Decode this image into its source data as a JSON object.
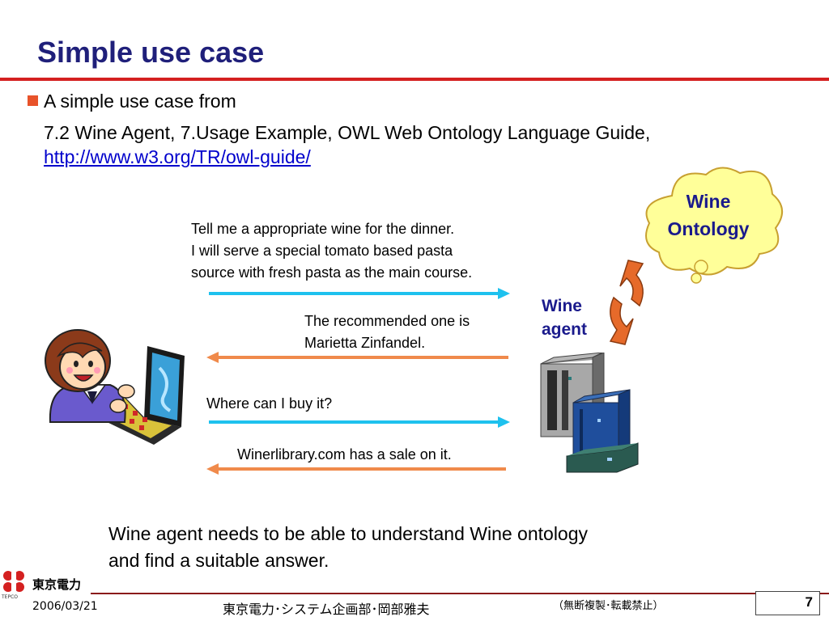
{
  "slide": {
    "title": "Simple use case",
    "bullet": "A simple use case from",
    "reference": "7.2 Wine Agent, 7.Usage Example, OWL Web Ontology Language Guide,",
    "link": "http://www.w3.org/TR/owl-guide/"
  },
  "dialogue": {
    "q1": [
      "Tell me a appropriate wine for the dinner.",
      "I will serve a special tomato based pasta",
      "source with fresh pasta as the main course."
    ],
    "a1": [
      "The recommended one is",
      "Marietta Zinfandel."
    ],
    "q2": "Where can I buy it?",
    "a2": "Winerlibrary.com has a sale on it."
  },
  "agent": {
    "line1": "Wine",
    "line2": "agent"
  },
  "ontology": {
    "line1": "Wine",
    "line2": "Ontology"
  },
  "conclusion": [
    "Wine agent needs to be able to understand Wine ontology",
    "and find a suitable answer."
  ],
  "footer": {
    "logo_text": "東京電力",
    "logo_sub": "TEPCO",
    "date": "2006/03/21",
    "author": "東京電力･システム企画部･岡部雅夫",
    "notice": "（無断複製･転載禁止）",
    "page": "7"
  },
  "colors": {
    "title": "#1f1f7a",
    "title_rule": "#d42020",
    "bullet": "#e8532a",
    "request_arrow": "#1ec1ee",
    "response_arrow": "#f08a4b",
    "cloud_fill": "#ffff99",
    "cloud_stroke": "#c8a030",
    "link": "#0000cc"
  }
}
